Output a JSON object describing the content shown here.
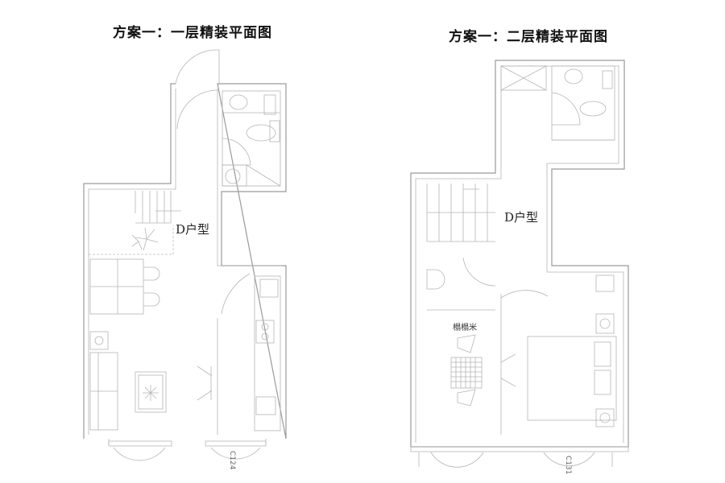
{
  "plans": [
    {
      "title": "方案一：一层精装平面图",
      "unit_label": "D户型",
      "window_label": "C124"
    },
    {
      "title": "方案一：二层精装平面图",
      "unit_label": "D户型",
      "window_label": "C131",
      "room_label": "榻榻米"
    }
  ]
}
